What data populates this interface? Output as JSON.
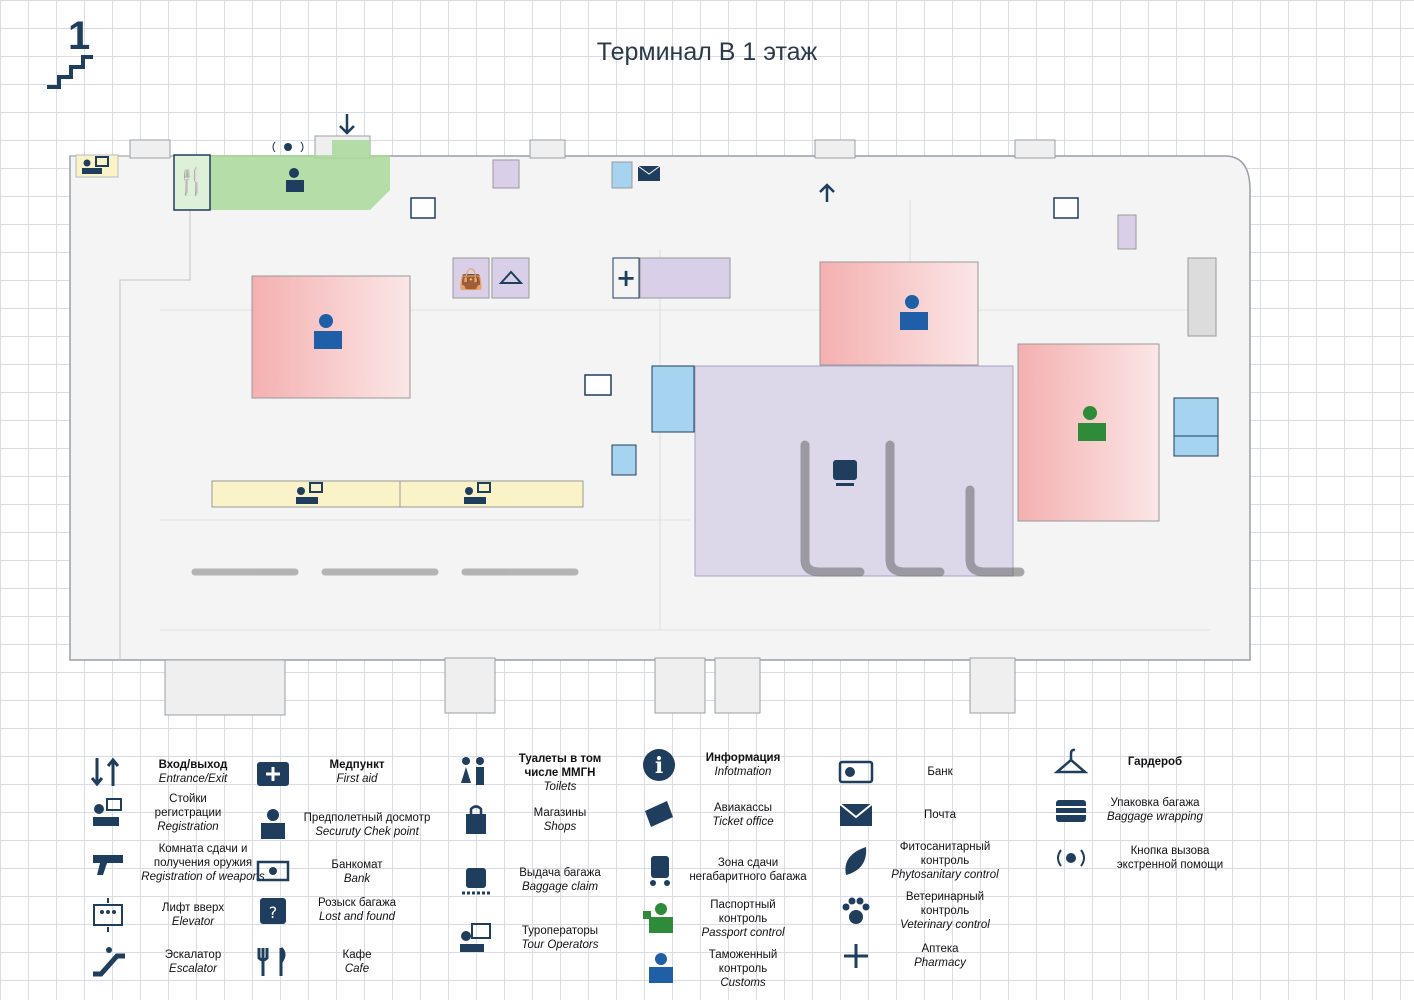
{
  "title": "Терминал B 1 этаж",
  "floor_number": "1",
  "colors": {
    "navy": "#1f3d5c",
    "blue": "#1f5fa8",
    "green": "#2e8b3a",
    "security_pink": "#f4b8b8",
    "registration_yellow": "#faf3c8",
    "baggage_lilac": "#dcd8ea",
    "cafe_green": "#a8d89a",
    "toilet_blue": "#a6d3ef",
    "shop_lilac": "#d9cfe8"
  },
  "legend": [
    {
      "id": "entrance",
      "icon": "entrance-exit-icon",
      "ru": "Вход/выход",
      "en": "Entrance/Exit"
    },
    {
      "id": "registration",
      "icon": "registration-desk-icon",
      "ru": "Стойки регистрации",
      "en": "Registration"
    },
    {
      "id": "weapons",
      "icon": "pistol-icon",
      "ru": "Комната сдачи и получения оружия",
      "en": "Registration of weapons"
    },
    {
      "id": "elevator",
      "icon": "elevator-icon",
      "ru": "Лифт вверх",
      "en": "Elevator"
    },
    {
      "id": "escalator",
      "icon": "escalator-icon",
      "ru": "Эскалатор",
      "en": "Escalator"
    },
    {
      "id": "firstaid",
      "icon": "first-aid-icon",
      "ru": "Медпункт",
      "en": "First aid"
    },
    {
      "id": "security",
      "icon": "security-officer-icon",
      "ru": "Предполетный досмотр",
      "en": "Securuty Chek point"
    },
    {
      "id": "atm",
      "icon": "atm-icon",
      "ru": "Банкомат",
      "en": "Bank"
    },
    {
      "id": "lostfound",
      "icon": "lost-luggage-icon",
      "ru": "Розыск багажа",
      "en": "Lost and found"
    },
    {
      "id": "cafe",
      "icon": "cafe-icon",
      "ru": "Кафе",
      "en": "Cafe"
    },
    {
      "id": "toilets",
      "icon": "toilets-icon",
      "ru": "Туалеты в том числе ММГН",
      "en": "Toilets"
    },
    {
      "id": "shops",
      "icon": "shopping-bag-icon",
      "ru": "Магазины",
      "en": "Shops"
    },
    {
      "id": "baggageclaim",
      "icon": "baggage-claim-icon",
      "ru": "Выдача багажа",
      "en": "Baggage claim"
    },
    {
      "id": "touroperators",
      "icon": "tour-operator-icon",
      "ru": "Туроператоры",
      "en": "Tour Operators"
    },
    {
      "id": "info",
      "icon": "info-icon",
      "ru": "Информация",
      "en": "Infotmation"
    },
    {
      "id": "tickets",
      "icon": "ticket-icon",
      "ru": "Авиакассы",
      "en": "Ticket office"
    },
    {
      "id": "oversize",
      "icon": "oversize-baggage-icon",
      "ru": "Зона сдачи негабаритного багажа",
      "en": ""
    },
    {
      "id": "passport",
      "icon": "passport-control-icon",
      "ru": "Паспортный контроль",
      "en": "Passport control"
    },
    {
      "id": "customs",
      "icon": "customs-icon",
      "ru": "Таможенный контроль",
      "en": "Customs"
    },
    {
      "id": "bank",
      "icon": "bank-icon",
      "ru": "Банк",
      "en": ""
    },
    {
      "id": "post",
      "icon": "mail-icon",
      "ru": "Почта",
      "en": ""
    },
    {
      "id": "phyto",
      "icon": "leaf-icon",
      "ru": "Фитосанитарный контроль",
      "en": "Phytosanitary control"
    },
    {
      "id": "vet",
      "icon": "paw-icon",
      "ru": "Ветеринарный контроль",
      "en": "Veterinary control"
    },
    {
      "id": "pharmacy",
      "icon": "pharmacy-cross-icon",
      "ru": "Аптека",
      "en": "Pharmacy"
    },
    {
      "id": "wardrobe",
      "icon": "hanger-icon",
      "ru": "Гардероб",
      "en": ""
    },
    {
      "id": "wrapping",
      "icon": "baggage-wrapping-icon",
      "ru": "Упаковка багажа",
      "en": "Baggage wrapping"
    },
    {
      "id": "emergency",
      "icon": "emergency-call-icon",
      "ru": "Кнопка вызова экстренной помощи",
      "en": ""
    }
  ]
}
